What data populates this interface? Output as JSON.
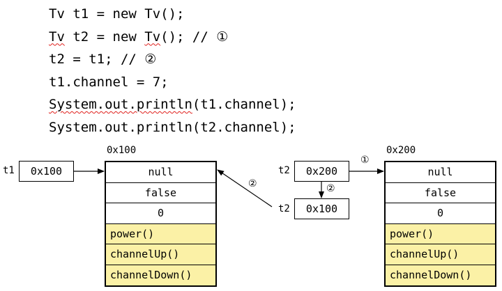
{
  "code": [
    {
      "segments": [
        {
          "text": "Tv t1 = new Tv();"
        }
      ]
    },
    {
      "segments": [
        {
          "text": "Tv",
          "squiggle": true
        },
        {
          "text": " t2 = new "
        },
        {
          "text": "Tv",
          "squiggle": true
        },
        {
          "text": "(); // ①"
        }
      ]
    },
    {
      "segments": [
        {
          "text": "t2 = t1; // ②"
        }
      ]
    },
    {
      "segments": [
        {
          "text": "t1.channel = 7;"
        }
      ]
    },
    {
      "segments": [
        {
          "text": "System.out.println",
          "squiggle": true
        },
        {
          "text": "(t1.channel);"
        }
      ]
    },
    {
      "segments": [
        {
          "text": "System.out.println(t2.channel);"
        }
      ]
    }
  ],
  "diagram": {
    "t1": {
      "name": "t1",
      "value": "0x100"
    },
    "t2_before": {
      "name": "t2",
      "value": "0x200"
    },
    "t2_after": {
      "name": "t2",
      "value": "0x100"
    },
    "objects": [
      {
        "address": "0x100",
        "fields": [
          "null",
          "false",
          "0"
        ],
        "methods": [
          "power()",
          "channelUp()",
          "channelDown()"
        ]
      },
      {
        "address": "0x200",
        "fields": [
          "null",
          "false",
          "0"
        ],
        "methods": [
          "power()",
          "channelUp()",
          "channelDown()"
        ]
      }
    ],
    "markers": {
      "step1": "①",
      "step2": "②"
    }
  },
  "colors": {
    "method_fill": "#fbf1a6",
    "squiggle": "#e0201c"
  }
}
